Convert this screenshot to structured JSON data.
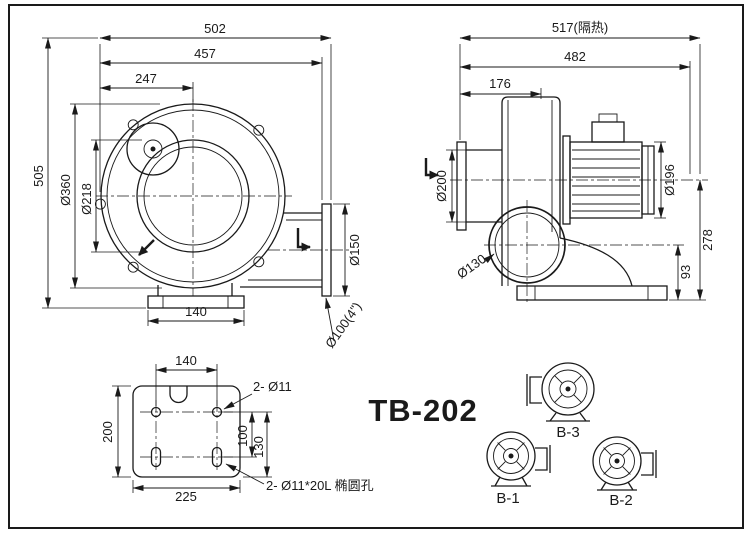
{
  "title": "TB-202",
  "front_view": {
    "dim_502": "502",
    "dim_457": "457",
    "dim_247": "247",
    "dim_505": "505",
    "dia_360": "Ø360",
    "dia_218": "Ø218",
    "dia_150": "Ø150",
    "dim_140": "140",
    "dia_100": "Ø100(4\")"
  },
  "side_view": {
    "dim_517": "517(隔热)",
    "dim_482": "482",
    "dim_176": "176",
    "dia_200": "Ø200",
    "dia_196": "Ø196",
    "dim_278": "278",
    "dim_93": "93",
    "dia_130": "Ø130"
  },
  "base_view": {
    "dim_140": "140",
    "dim_200": "200",
    "dim_225": "225",
    "dim_100": "100",
    "dim_130": "130",
    "label_round_holes": "2- Ø11",
    "label_oval_holes": "2- Ø11*20L 椭圆孔"
  },
  "variants": {
    "b1": "B-1",
    "b2": "B-2",
    "b3": "B-3"
  },
  "colors": {
    "ink": "#1a1a1a",
    "paper": "#ffffff"
  }
}
